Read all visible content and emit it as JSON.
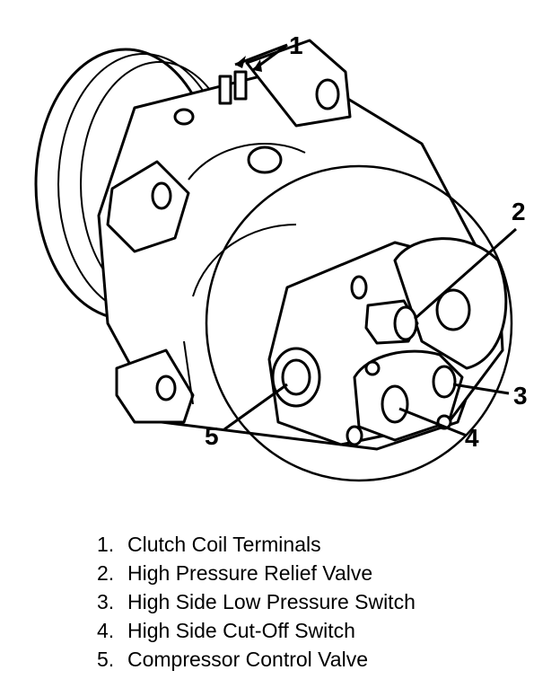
{
  "callouts": [
    {
      "number": "1",
      "label": "Clutch Coil Terminals"
    },
    {
      "number": "2",
      "label": "High Pressure Relief Valve"
    },
    {
      "number": "3",
      "label": "High Side Low Pressure Switch"
    },
    {
      "number": "4",
      "label": "High Side Cut-Off Switch"
    },
    {
      "number": "5",
      "label": "Compressor Control Valve"
    }
  ],
  "legend": [
    {
      "num": "1.",
      "text": "Clutch Coil Terminals"
    },
    {
      "num": "2.",
      "text": "High Pressure Relief Valve"
    },
    {
      "num": "3.",
      "text": "High Side Low Pressure Switch"
    },
    {
      "num": "4.",
      "text": "High Side Cut-Off Switch"
    },
    {
      "num": "5.",
      "text": "Compressor Control Valve"
    }
  ]
}
